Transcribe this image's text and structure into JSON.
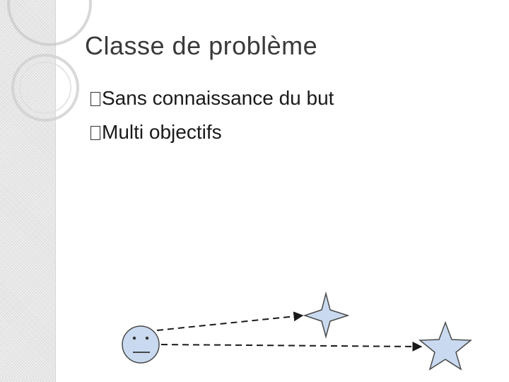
{
  "slide": {
    "title": "Classe de problème",
    "bullets": [
      {
        "text": "Sans connaissance du but",
        "icon": "square-bullet-icon"
      },
      {
        "text": "Multi objectifs",
        "icon": "square-bullet-icon"
      }
    ]
  },
  "diagram": {
    "agent_icon": "smiley-face-icon",
    "goal_icons": [
      "four-point-star-icon",
      "five-point-star-icon"
    ],
    "colors": {
      "shape_fill": "#c9daf0",
      "shape_stroke": "#4a4a4a",
      "arrow": "#1a1a1a"
    }
  }
}
